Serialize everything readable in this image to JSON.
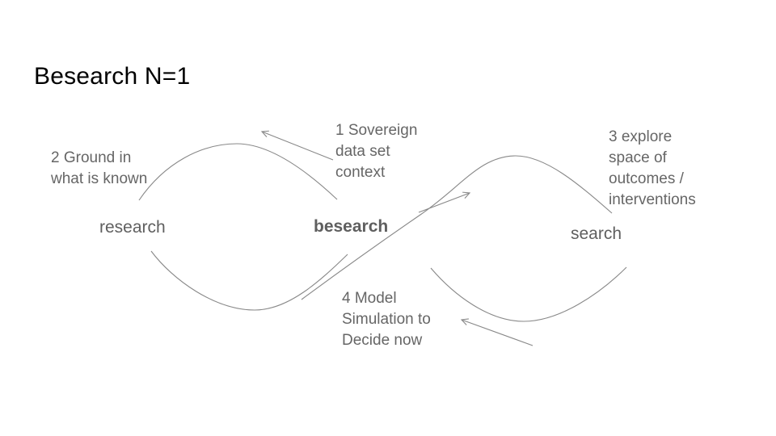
{
  "theme": {
    "background": "#ffffff",
    "title_color": "#000000",
    "annotation_color": "#666666",
    "node_color": "#5f5f5f",
    "line_color": "#888888"
  },
  "slide": {
    "title": "Besearch N=1",
    "nodes": {
      "research": "research",
      "besearch": "besearch",
      "search": "search"
    },
    "annotations": {
      "sovereign": "1 Sovereign\ndata set\ncontext",
      "ground": "2 Ground in\nwhat is known",
      "explore": "3 explore\nspace of\noutcomes /\ninterventions",
      "model": "4 Model\nSimulation to\nDecide now"
    }
  }
}
